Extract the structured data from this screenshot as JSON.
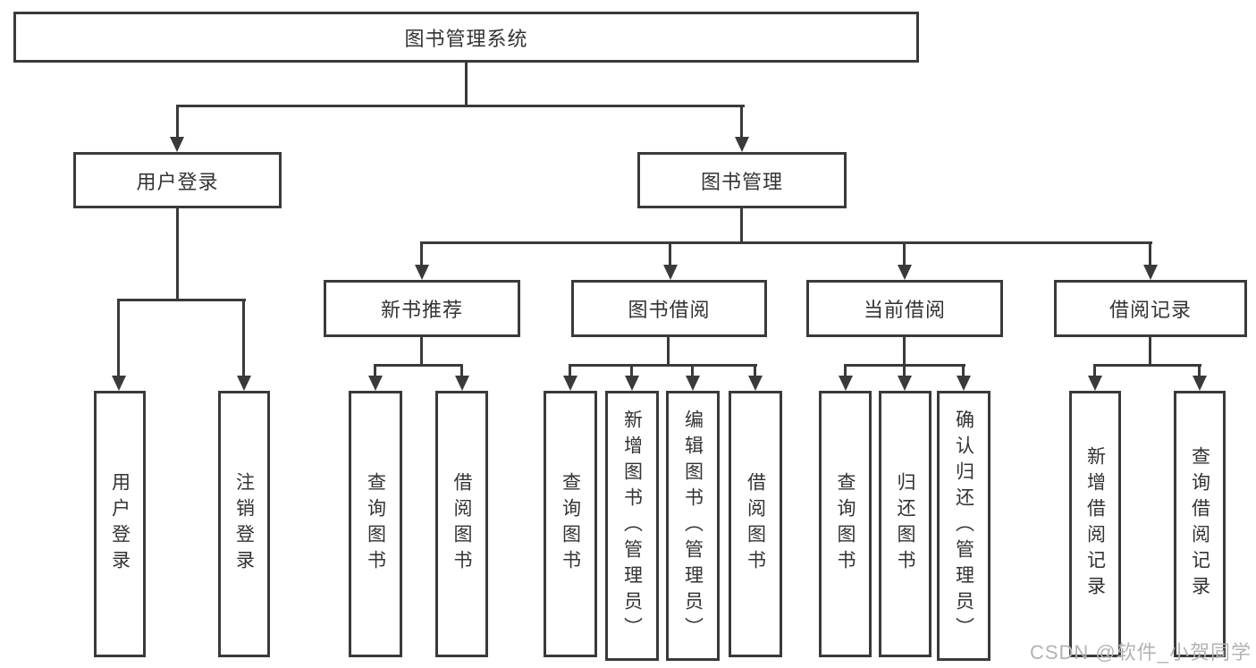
{
  "title": "图书管理系统",
  "colors": {
    "line": "#3a3a3a",
    "text": "#333333",
    "watermark": "#b3b3b3",
    "background": "#ffffff"
  },
  "watermark": {
    "text": "CSDN @软件_小贺同学"
  },
  "tree": {
    "label": "图书管理系统",
    "children": [
      {
        "label": "用户登录",
        "children": [
          {
            "label": "用户登录"
          },
          {
            "label": "注销登录"
          }
        ]
      },
      {
        "label": "图书管理",
        "children": [
          {
            "label": "新书推荐",
            "children": [
              {
                "label": "查询图书"
              },
              {
                "label": "借阅图书"
              }
            ]
          },
          {
            "label": "图书借阅",
            "children": [
              {
                "label": "查询图书"
              },
              {
                "label": "新增图书（管理员）"
              },
              {
                "label": "编辑图书（管理员）"
              },
              {
                "label": "借阅图书"
              }
            ]
          },
          {
            "label": "当前借阅",
            "children": [
              {
                "label": "查询图书"
              },
              {
                "label": "归还图书"
              },
              {
                "label": "确认归还（管理员）"
              }
            ]
          },
          {
            "label": "借阅记录",
            "children": [
              {
                "label": "新增借阅记录"
              },
              {
                "label": "查询借阅记录"
              }
            ]
          }
        ]
      }
    ]
  }
}
